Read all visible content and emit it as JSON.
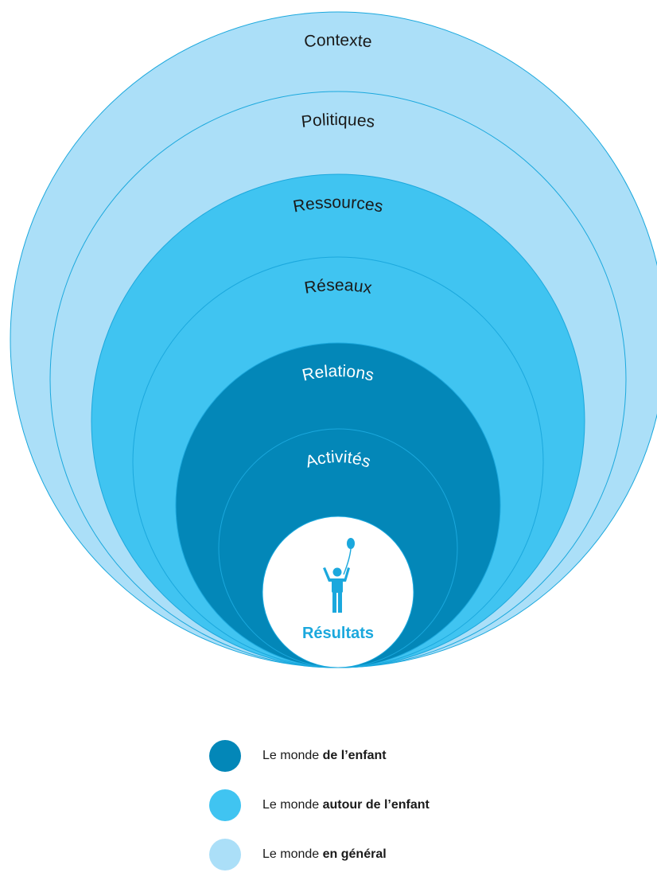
{
  "colors": {
    "dark": "#0387b8",
    "medium": "#40c4f1",
    "light": "#abdff8",
    "stroke": "#1ba8dd",
    "white": "#ffffff",
    "center_text": "#1ba8dd"
  },
  "rings": [
    {
      "label": "Contexte",
      "tone": "light"
    },
    {
      "label": "Politiques",
      "tone": "light"
    },
    {
      "label": "Ressources",
      "tone": "medium"
    },
    {
      "label": "Réseaux",
      "tone": "medium"
    },
    {
      "label": "Relations",
      "tone": "dark"
    },
    {
      "label": "Activités",
      "tone": "dark"
    }
  ],
  "center": {
    "label": "Résultats",
    "icon": "child-with-balloon-icon"
  },
  "legend": [
    {
      "prefix": "Le monde",
      "bold": "de l’enfant",
      "tone": "dark"
    },
    {
      "prefix": "Le monde",
      "bold": "autour de l’enfant",
      "tone": "medium"
    },
    {
      "prefix": "Le monde",
      "bold": "en général",
      "tone": "light"
    }
  ]
}
